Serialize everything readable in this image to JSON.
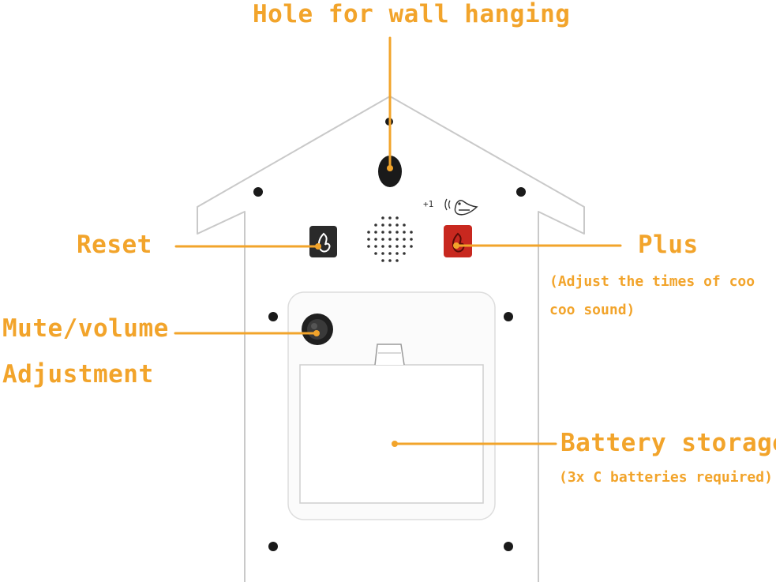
{
  "labels": {
    "hole": "Hole for wall hanging",
    "reset": "Reset",
    "plus": "Plus",
    "plus_desc_1": "(Adjust the times of coo",
    "plus_desc_2": "coo sound)",
    "mute_1": "Mute/volume",
    "mute_2": "Adjustment",
    "battery": "Battery storage",
    "battery_desc": "(3x C batteries required)"
  },
  "device": {
    "counter_label": "+1"
  },
  "colors": {
    "accent": "#f2a42b",
    "plus_button": "#c8281f",
    "reset_button": "#2a2a2a",
    "outline": "#bfbfbf"
  },
  "icons": {
    "reset_button": "reset-flame-icon",
    "plus_button": "plus-flame-icon",
    "bird": "bird-sound-icon",
    "speaker": "speaker-grille"
  }
}
